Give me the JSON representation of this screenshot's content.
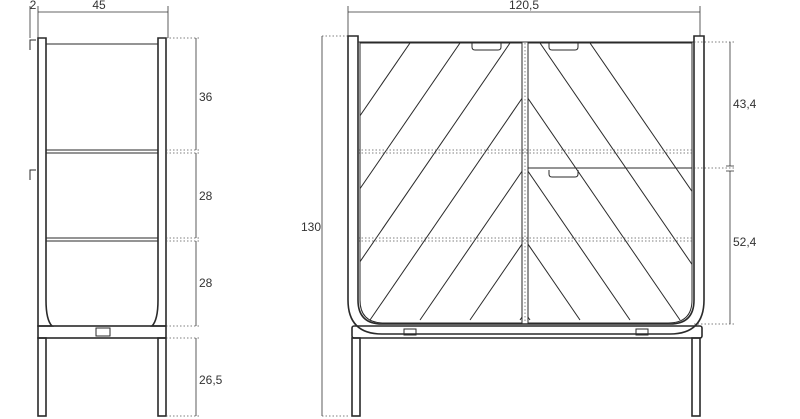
{
  "side_view": {
    "top_dims": {
      "wall": "2",
      "depth": "45"
    },
    "heights": [
      "36",
      "28",
      "28",
      "26,5"
    ]
  },
  "front_view": {
    "width": "120,5",
    "height": "130",
    "right_dims": [
      "43,4",
      "52,4"
    ]
  }
}
